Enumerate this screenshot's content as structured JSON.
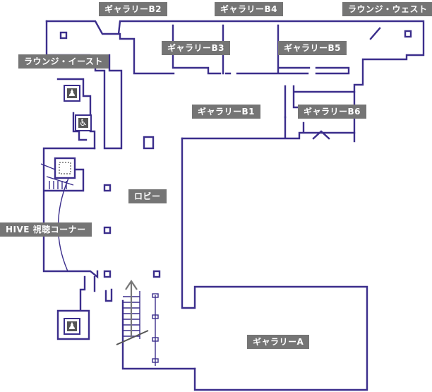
{
  "floor_map": {
    "labels": {
      "gallery_b2": "ギャラリーB2",
      "gallery_b4": "ギャラリーB4",
      "lounge_west": "ラウンジ・ウェスト",
      "gallery_b3": "ギャラリーB3",
      "gallery_b5": "ギャラリーB5",
      "lounge_east": "ラウンジ・イースト",
      "gallery_b1": "ギャラリーB1",
      "gallery_b6": "ギャラリーB6",
      "lobby": "ロビー",
      "hive": "HIVE 視聴コーナー",
      "gallery_a": "ギャラリーA"
    },
    "icons": {
      "restroom_top": "restroom-icon",
      "accessible": "wheelchair-icon",
      "restroom_bottom": "restroom-icon",
      "stairs": "stairs-icon",
      "elevator": "elevator-icon",
      "up_arrow": "up-arrow-icon"
    },
    "colors": {
      "wall": "#3b2e8c",
      "label_bg": "#757575",
      "label_text": "#ffffff"
    }
  }
}
